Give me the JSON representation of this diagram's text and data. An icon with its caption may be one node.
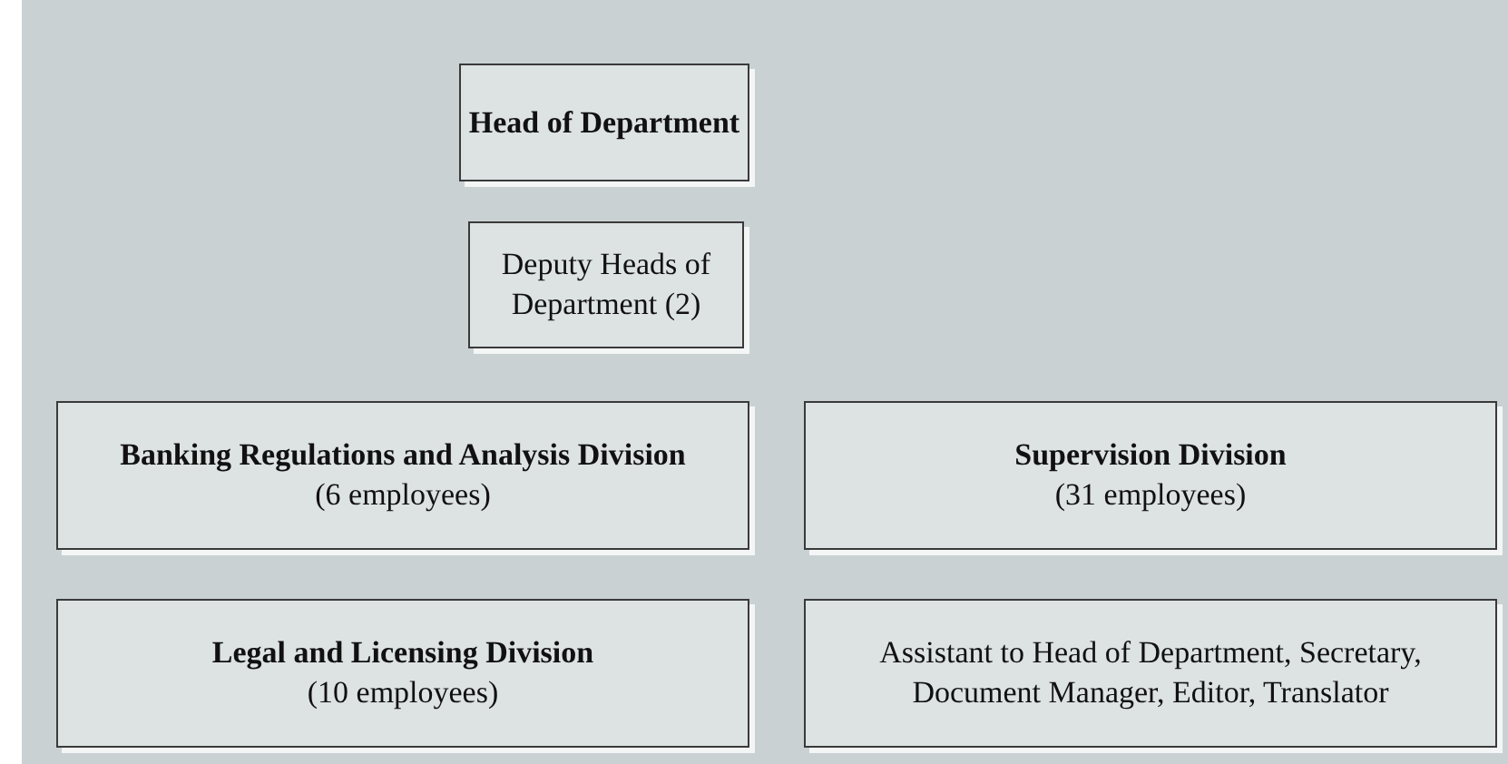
{
  "diagram": {
    "nodes": [
      {
        "text": [
          "Head of Department"
        ]
      },
      {
        "text": [
          "Deputy Heads of Department (2)"
        ]
      },
      {
        "text": [
          "Banking Regulations and Analysis Division",
          "(6 employees)"
        ]
      },
      {
        "text": [
          "Supervision Division",
          "(31 employees)"
        ]
      },
      {
        "text": [
          "Legal and Licensing Division",
          "(10 employees)"
        ]
      },
      {
        "text": [
          "Assistant to Head of Department, Secretary, Document Manager, Editor, Translator"
        ]
      }
    ],
    "edges": []
  }
}
